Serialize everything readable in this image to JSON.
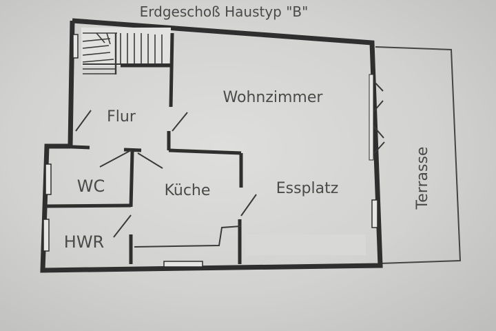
{
  "title": "Erdgeschoß Haustyp \"B\"",
  "rooms": {
    "wohnzimmer": "Wohnzimmer",
    "flur": "Flur",
    "kueche": "Küche",
    "essplatz": "Essplatz",
    "wc": "WC",
    "hwr": "HWR",
    "terrasse": "Terrasse"
  },
  "colors": {
    "wall": "#2f2f2f",
    "line": "#4a4a4a",
    "paper": "#dcdcda"
  }
}
